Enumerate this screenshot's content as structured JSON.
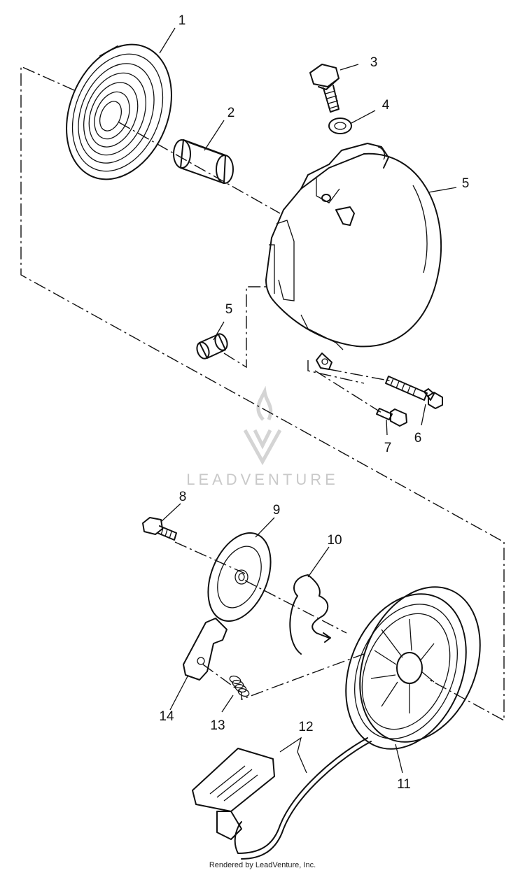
{
  "callouts": {
    "c1": "1",
    "c2": "2",
    "c3": "3",
    "c4": "4",
    "c5a": "5",
    "c5b": "5",
    "c6": "6",
    "c7": "7",
    "c8": "8",
    "c9": "9",
    "c10": "10",
    "c11": "11",
    "c12": "12",
    "c13": "13",
    "c14": "14"
  },
  "watermark": {
    "text": "LEADVENTURE",
    "color": "#c9c9c9",
    "icon": "flame-v-logo-icon"
  },
  "footer": {
    "credit": "Rendered by LeadVenture, Inc."
  },
  "colors": {
    "ink": "#111111",
    "background": "#ffffff"
  }
}
